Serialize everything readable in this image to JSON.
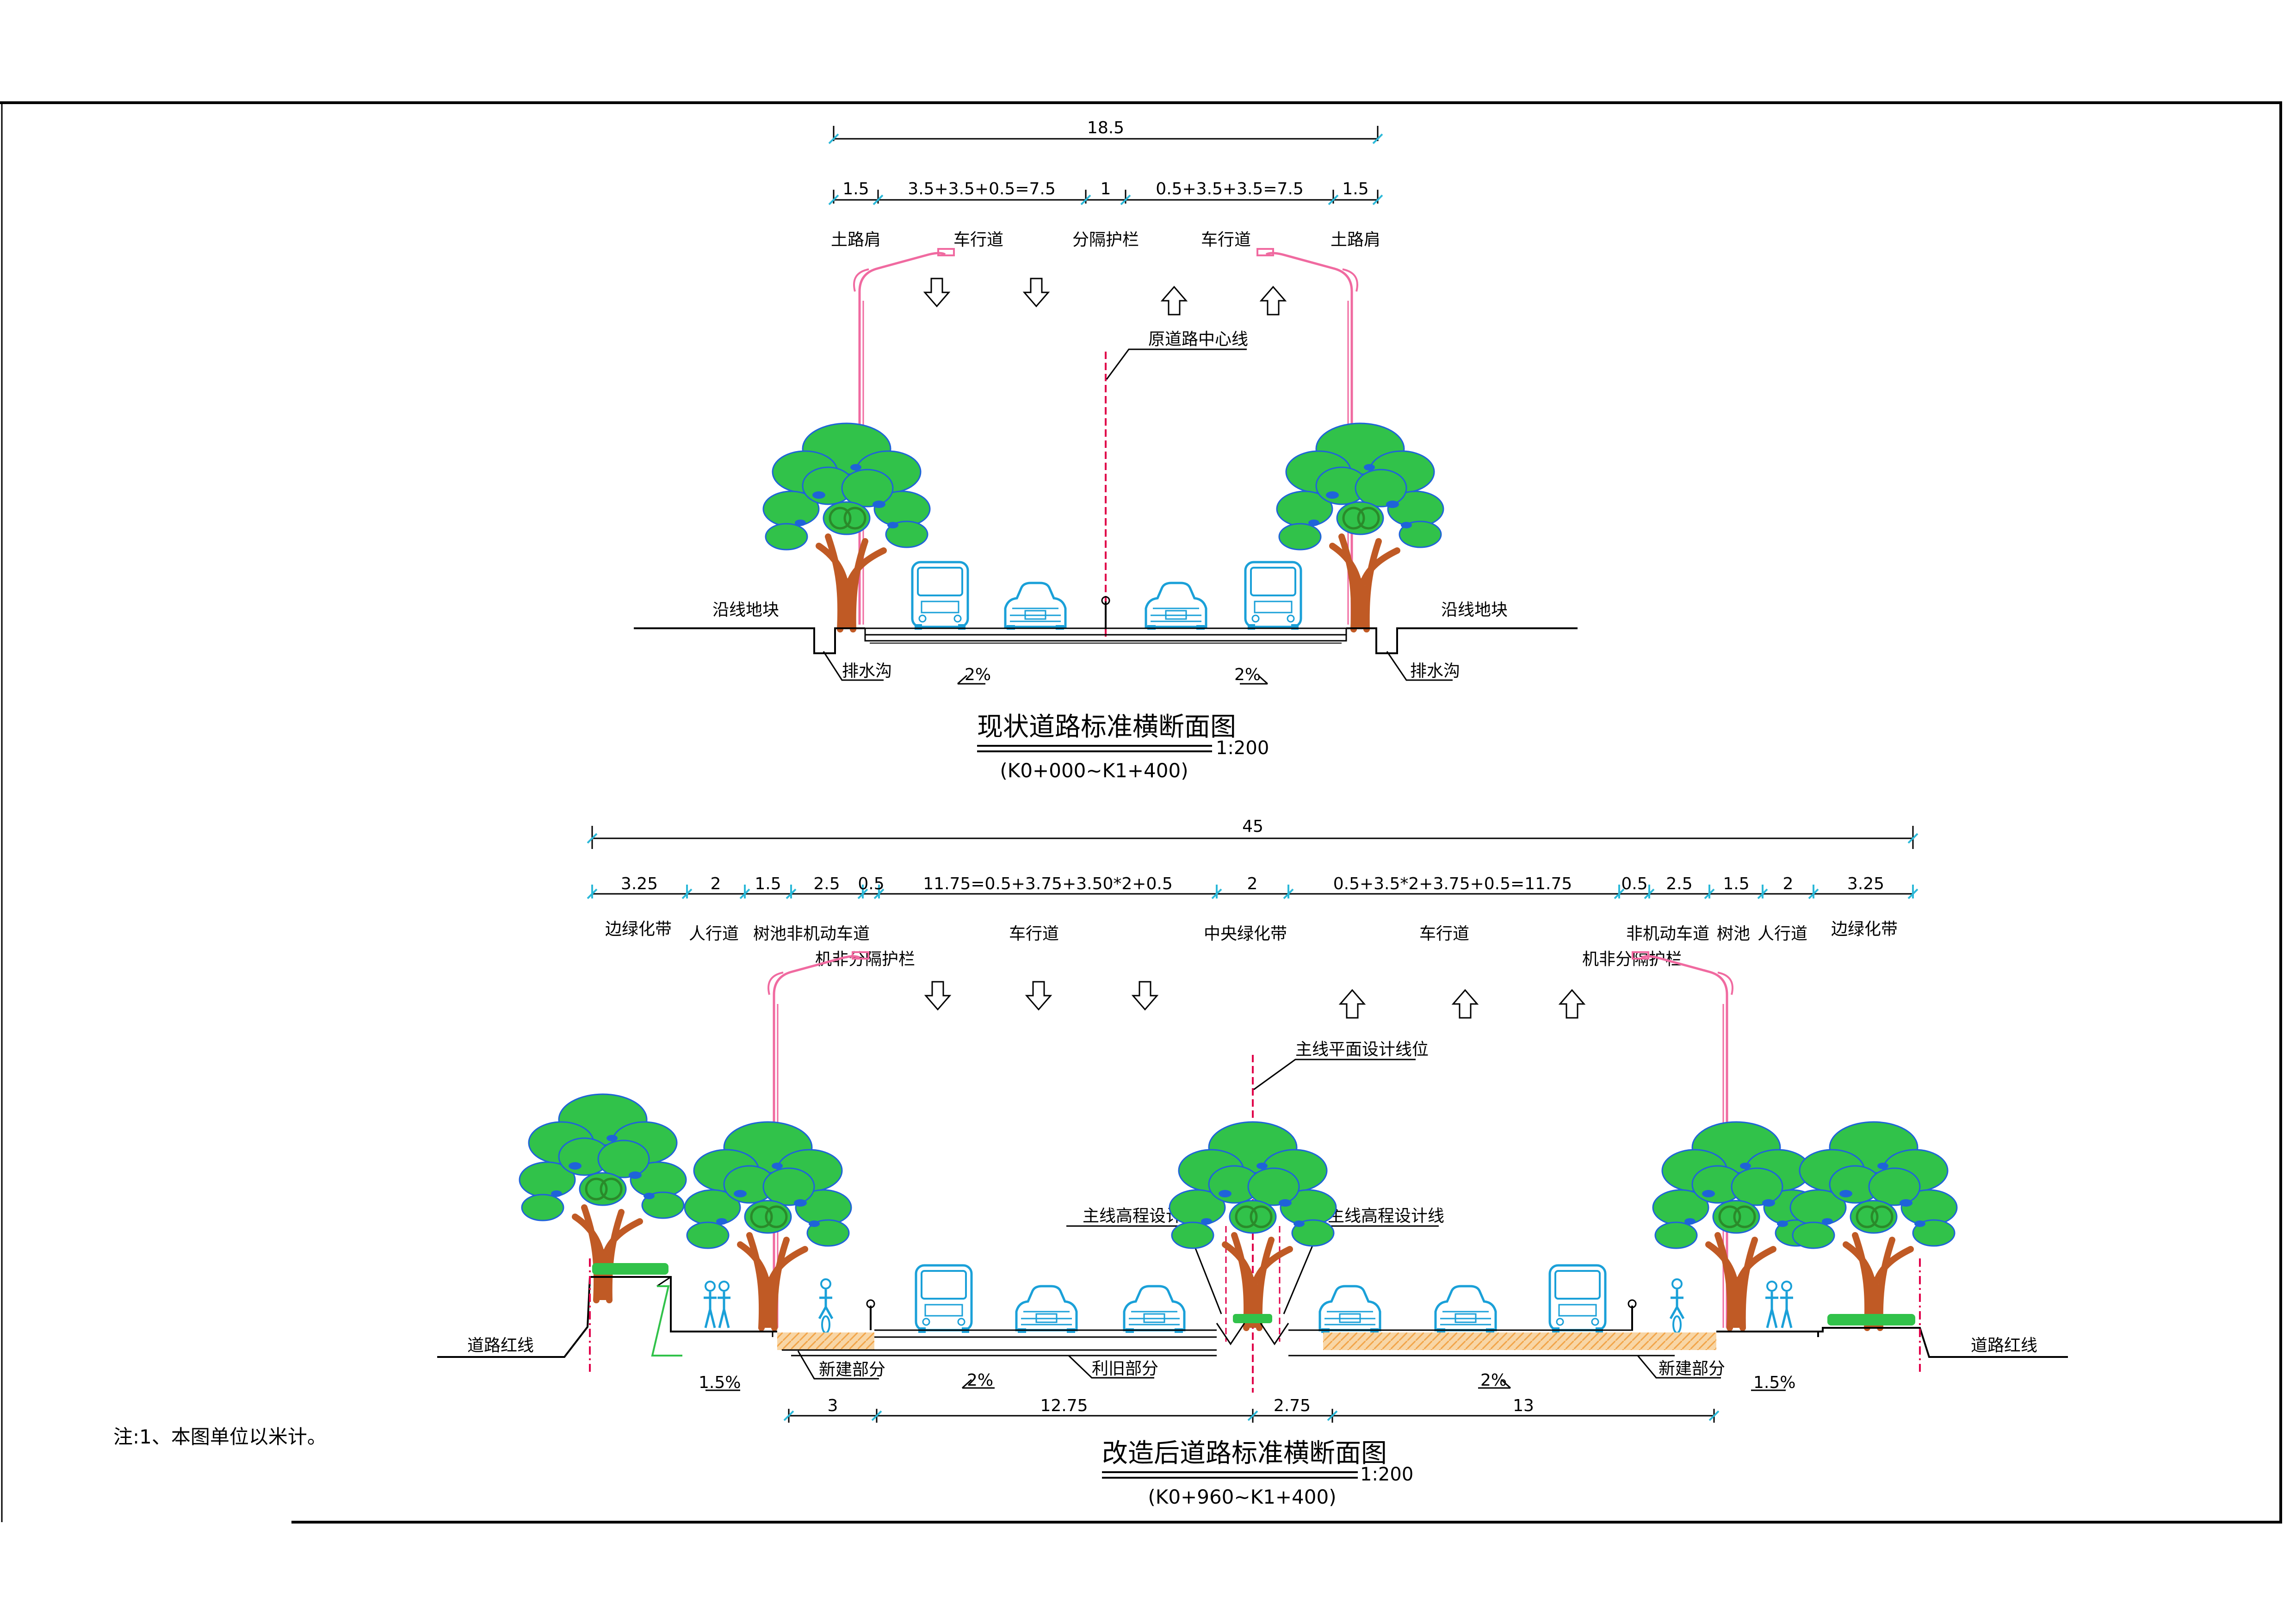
{
  "colors": {
    "frame": "#000000",
    "tree_crown": "#31c24a",
    "tree_shadow": "#1f63d9",
    "tree_trunk": "#c05a25",
    "lamp": "#f06aa0",
    "centerline": "#e0004a",
    "vehicle": "#1aa0d8",
    "new_pavement": "#f2a54a"
  },
  "top": {
    "title": "现状道路标准横断面图",
    "scale": "1:200",
    "range": "(K0+000~K1+400)",
    "total_width": "18.5",
    "dims": [
      "1.5",
      "3.5+3.5+0.5=7.5",
      "1",
      "0.5+3.5+3.5=7.5",
      "1.5"
    ],
    "labels": [
      "土路肩",
      "车行道",
      "分隔护栏",
      "车行道",
      "土路肩"
    ],
    "centerline_label": "原道路中心线",
    "plot_label_left": "沿线地块",
    "plot_label_right": "沿线地块",
    "ditch_label_left": "排水沟",
    "ditch_label_right": "排水沟",
    "slope_left": "2%",
    "slope_right": "2%"
  },
  "bottom": {
    "title": "改造后道路标准横断面图",
    "scale": "1:200",
    "range": "(K0+960~K1+400)",
    "total_width": "45",
    "dims": [
      "3.25",
      "2",
      "1.5",
      "2.5",
      "0.5",
      "11.75=0.5+3.75+3.50*2+0.5",
      "2",
      "0.5+3.5*2+3.75+0.5=11.75",
      "0.5",
      "2.5",
      "1.5",
      "2",
      "3.25"
    ],
    "labels": {
      "l_green": "边绿化带",
      "l_walk": "人行道",
      "l_pool": "树池",
      "l_nonmotor": "非机动车道",
      "l_barrier": "机非分隔护栏",
      "l_road": "车行道",
      "c_green": "中央绿化带",
      "r_road": "车行道",
      "r_nonmotor": "非机动车道",
      "r_pool": "树池",
      "r_walk": "人行道",
      "r_green": "边绿化带",
      "r_barrier": "机非分隔护栏"
    },
    "design_line": "主线平面设计线位",
    "elev_left": "主线高程设计线",
    "elev_right": "主线高程设计线",
    "red_line_left": "道路红线",
    "red_line_right": "道路红线",
    "new_left": "新建部分",
    "reuse": "利旧部分",
    "new_right": "新建部分",
    "slope_left_walk": "1.5%",
    "slope_left_road": "2%",
    "slope_right_road": "2%",
    "slope_right_walk": "1.5%",
    "bottom_dims": [
      "3",
      "12.75",
      "2.75",
      "13"
    ]
  },
  "note": "注:1、本图单位以米计。"
}
